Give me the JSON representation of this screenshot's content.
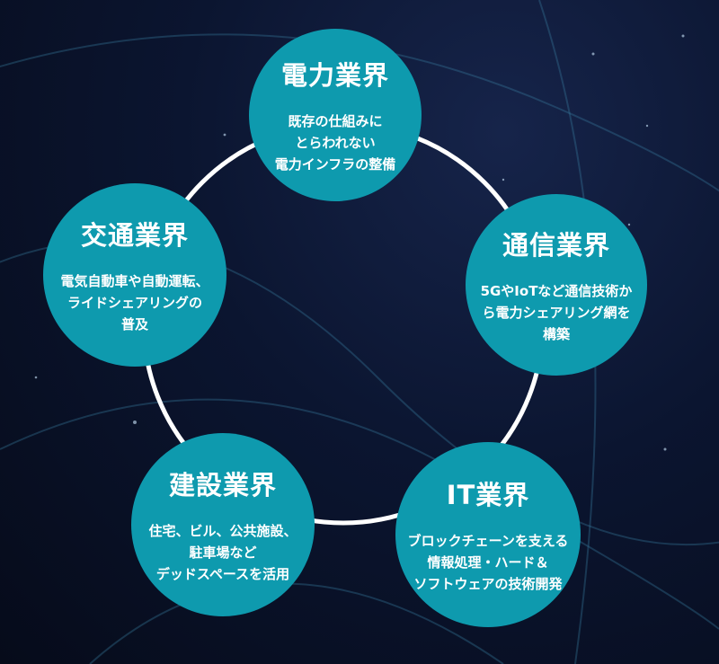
{
  "accent_color": "#0e9aae",
  "nodes": [
    {
      "title": "電力業界",
      "lines": [
        "既存の仕組みに",
        "とらわれない",
        "電力インフラの整備"
      ]
    },
    {
      "title": "通信業界",
      "lines": [
        "5GやIoTなど通信技術か",
        "ら電力シェアリング網を",
        "構築"
      ]
    },
    {
      "title": "IT業界",
      "lines": [
        "ブロックチェーンを支える",
        "情報処理・ハード＆",
        "ソフトウェアの技術開発"
      ]
    },
    {
      "title": "建設業界",
      "lines": [
        "住宅、ビル、公共施設、",
        "駐車場など",
        "デッドスペースを活用"
      ]
    },
    {
      "title": "交通業界",
      "lines": [
        "電気自動車や自動運転、",
        "ライドシェアリングの",
        "普及"
      ]
    }
  ]
}
